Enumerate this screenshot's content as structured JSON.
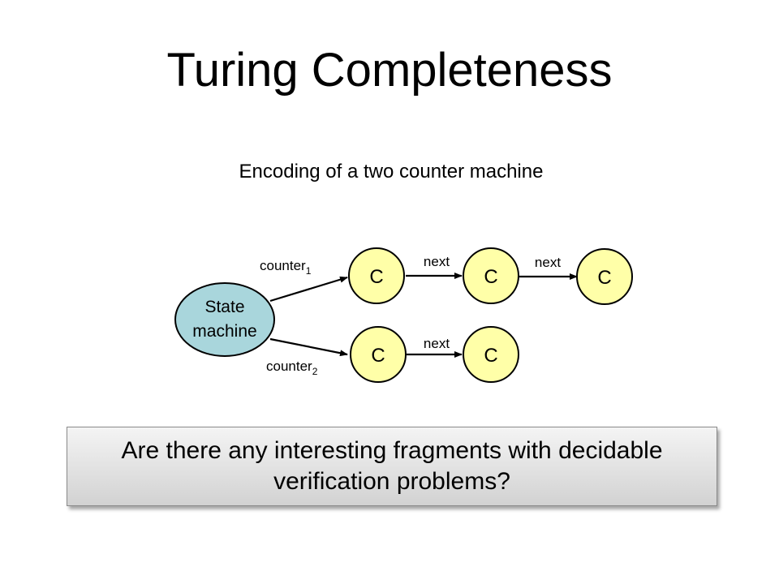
{
  "slide": {
    "title": "Turing Completeness",
    "subtitle": "Encoding of a two counter machine",
    "question": "Are there any interesting fragments with decidable verification problems?"
  },
  "diagram": {
    "state_machine": {
      "line1": "State",
      "line2": "machine",
      "fill": "#a9d6dc"
    },
    "counter_label_base": "counter",
    "counter1_sub": "1",
    "counter2_sub": "2",
    "cell_label": "C",
    "cell_fill": "#ffffa8",
    "next_label": "next"
  }
}
